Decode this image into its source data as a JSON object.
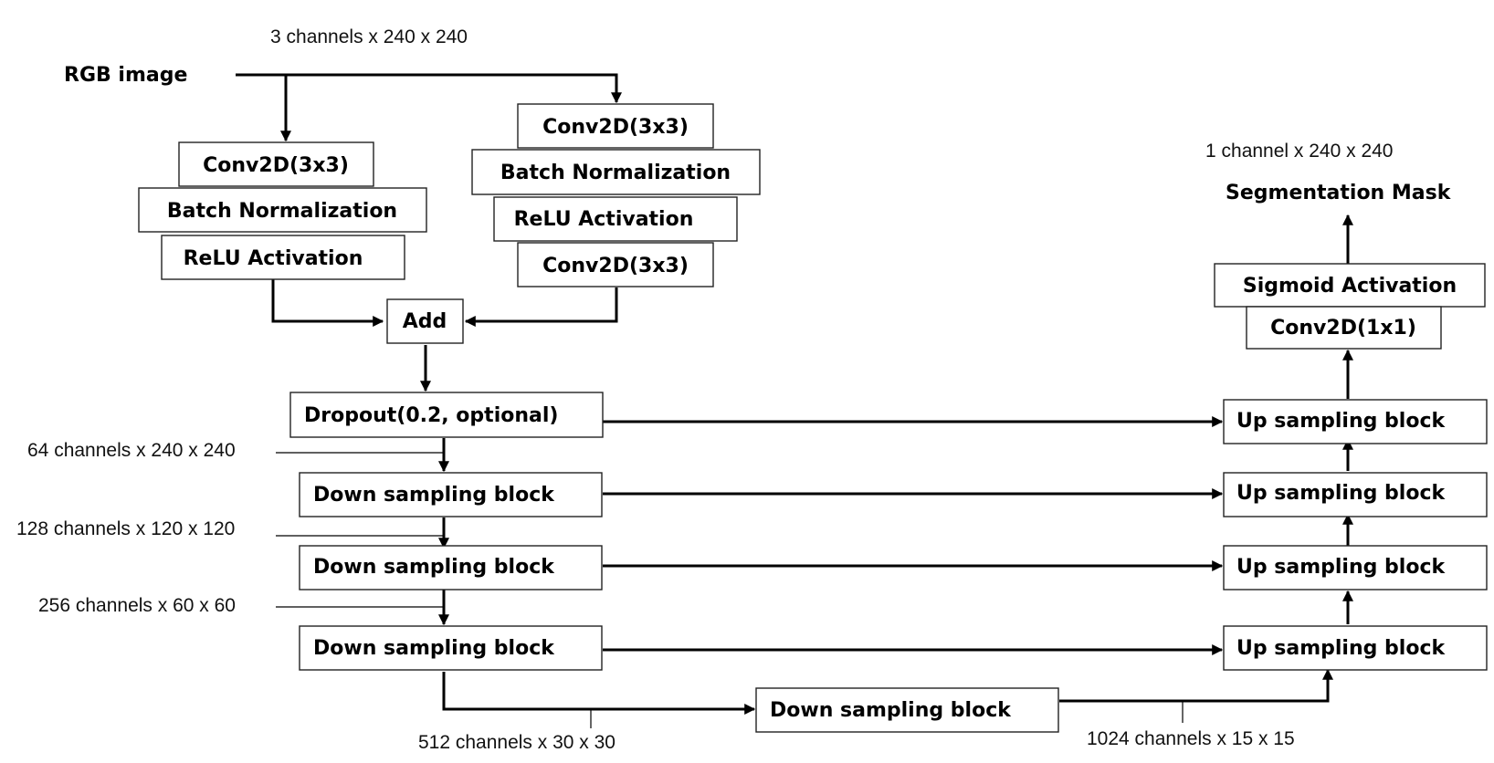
{
  "input_label": "RGB image",
  "output_label": "Segmentation Mask",
  "dims": {
    "input": "3 channels x 240 x 240",
    "output": "1 channel x 240 x 240",
    "d64": "64 channels x 240 x 240",
    "d128": "128 channels x 120 x 120",
    "d256": "256 channels x 60 x 60",
    "d512": "512 channels x 30 x 30",
    "d1024": "1024 channels x 15 x 15"
  },
  "left_branch": [
    "Conv2D(3x3)",
    "Batch Normalization",
    "ReLU Activation"
  ],
  "right_branch": [
    "Conv2D(3x3)",
    "Batch Normalization",
    "ReLU Activation",
    "Conv2D(3x3)"
  ],
  "add_label": "Add",
  "dropout_label": "Dropout(0.2, optional)",
  "down_blocks": [
    "Down sampling block",
    "Down sampling block",
    "Down sampling block"
  ],
  "bottleneck_label": "Down sampling block",
  "up_blocks": [
    "Up sampling block",
    "Up sampling block",
    "Up sampling block",
    "Up sampling block"
  ],
  "head": [
    "Sigmoid Activation",
    "Conv2D(1x1)"
  ]
}
